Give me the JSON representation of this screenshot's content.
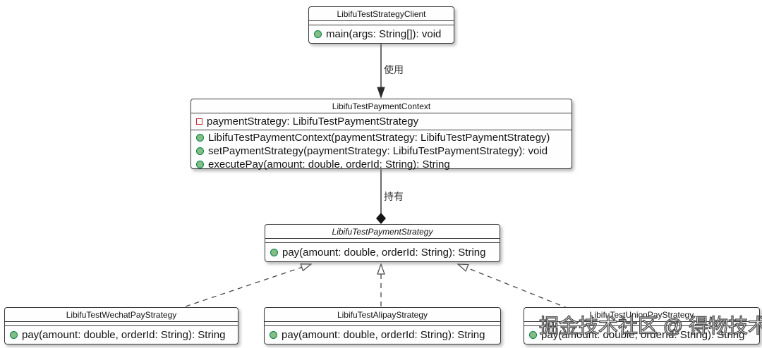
{
  "diagram": {
    "classes": [
      {
        "id": "client",
        "title": "LibifuTestStrategyClient",
        "fields": [],
        "methods": [
          {
            "visibility": "public",
            "text": "main(args: String[]): void"
          }
        ]
      },
      {
        "id": "context",
        "title": "LibifuTestPaymentContext",
        "fields": [
          {
            "visibility": "private",
            "text": "paymentStrategy: LibifuTestPaymentStrategy"
          }
        ],
        "methods": [
          {
            "visibility": "public",
            "text": "LibifuTestPaymentContext(paymentStrategy: LibifuTestPaymentStrategy)"
          },
          {
            "visibility": "public",
            "text": "setPaymentStrategy(paymentStrategy: LibifuTestPaymentStrategy): void"
          },
          {
            "visibility": "public",
            "text": "executePay(amount: double, orderId: String): String"
          }
        ]
      },
      {
        "id": "strategy",
        "title": "LibifuTestPaymentStrategy",
        "italic": true,
        "fields": [],
        "methods": [
          {
            "visibility": "public",
            "text": "pay(amount: double, orderId: String): String"
          }
        ]
      },
      {
        "id": "wechat",
        "title": "LibifuTestWechatPayStrategy",
        "fields": [],
        "methods": [
          {
            "visibility": "public",
            "text": "pay(amount: double, orderId: String): String"
          }
        ]
      },
      {
        "id": "alipay",
        "title": "LibifuTestAlipayStrategy",
        "fields": [],
        "methods": [
          {
            "visibility": "public",
            "text": "pay(amount: double, orderId: String): String"
          }
        ]
      },
      {
        "id": "unionpay",
        "title": "LibifuTestUnionPayStrategy",
        "fields": [],
        "methods": [
          {
            "visibility": "public",
            "text": "pay(amount: double, orderId: String): String"
          }
        ]
      }
    ],
    "edges": [
      {
        "from": "client",
        "to": "context",
        "label": "使用",
        "type": "solid-arrow"
      },
      {
        "from": "context",
        "to": "strategy",
        "label": "持有",
        "type": "solid-line-filled-diamond"
      },
      {
        "from": "wechat",
        "to": "strategy",
        "label": "",
        "type": "dashed-realization-hollow-triangle"
      },
      {
        "from": "alipay",
        "to": "strategy",
        "label": "",
        "type": "dashed-realization-hollow-triangle"
      },
      {
        "from": "unionpay",
        "to": "strategy",
        "label": "",
        "type": "dashed-realization-hollow-triangle"
      }
    ],
    "watermark": {
      "text": "掘金技术社区 @ 得物技术"
    },
    "colors": {
      "box_fill": "#fefefe",
      "box_border": "#3a3a3a",
      "line": "#454645",
      "public_method_icon_fill": "#84be84",
      "public_method_icon_border": "#038048",
      "private_field_icon_border": "#c82930",
      "watermark_text": "#ffffff"
    }
  }
}
